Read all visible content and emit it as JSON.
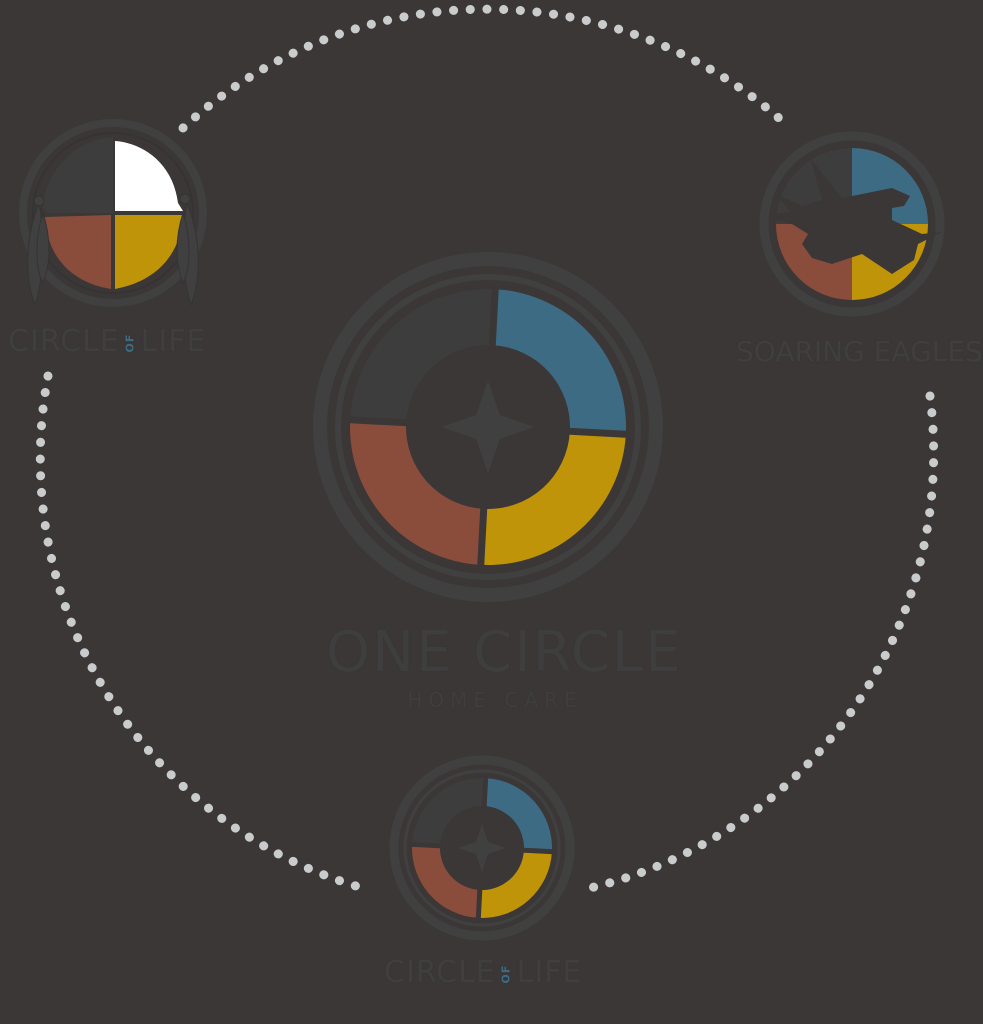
{
  "colors": {
    "background": "#3b3737",
    "dots": "#c9cbcc",
    "ring": "#404040",
    "quad_dark": "#3d3d3d",
    "quad_white": "#ffffff",
    "quad_blue": "#3e6b84",
    "quad_red": "#8a4d3c",
    "quad_yellow": "#bf9408",
    "text": "#3f3f3f",
    "accent_of": "#3c6b84"
  },
  "center_logo": {
    "title": "ONE CIRCLE",
    "subtitle": "HOME CARE",
    "icon": "four-point-star-icon"
  },
  "nodes": [
    {
      "id": "circle-of-life-top-left",
      "label_pre": "CIRCLE",
      "label_accent": "OF",
      "label_post": "LIFE",
      "icon": "medicine-wheel-feathers-icon"
    },
    {
      "id": "soaring-eagles",
      "label": "SOARING EAGLES",
      "icon": "eagle-wheel-icon"
    },
    {
      "id": "circle-of-life-bottom",
      "label_pre": "CIRCLE",
      "label_accent": "OF",
      "label_post": "LIFE",
      "icon": "ring-star-icon"
    }
  ],
  "connectors": {
    "style": "dotted-arc",
    "count": 3
  }
}
